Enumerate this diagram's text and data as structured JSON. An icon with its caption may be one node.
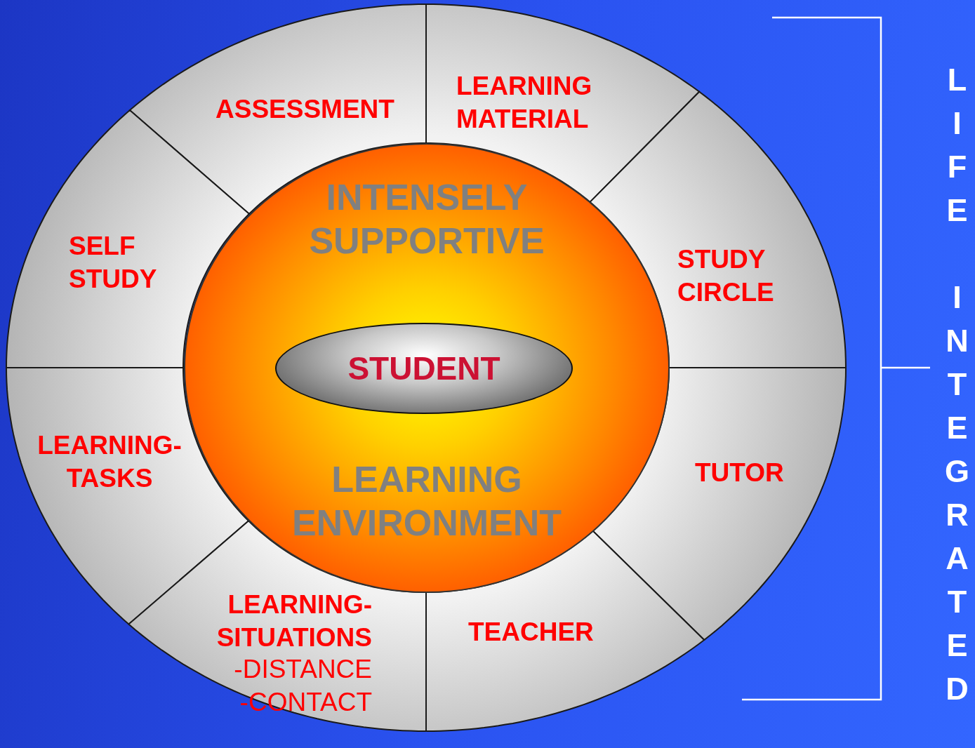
{
  "diagram": {
    "nodes": [
      {
        "text": [
          "ASSESSMENT"
        ]
      },
      {
        "text": [
          "LEARNING MATERIAL"
        ]
      },
      {
        "text": [
          "SELF STUDY"
        ]
      },
      {
        "text": [
          "STUDY CIRCLE"
        ]
      },
      {
        "text": [
          "INTENSELY SUPPORTIVE",
          "LEARNING ENVIRONMENT"
        ]
      },
      {
        "text": [
          "STUDENT"
        ],
        "in": 4
      },
      {
        "text": [
          "LEARNING- TASKS"
        ]
      },
      {
        "text": [
          "TUTOR"
        ]
      },
      {
        "text": [
          "LEARNING- SITUATIONS",
          "-DISTANCE -CONTACT"
        ]
      },
      {
        "text": [
          "TEACHER"
        ]
      }
    ],
    "edges": [],
    "labels": [
      "LIFE INTEGRATED"
    ]
  }
}
